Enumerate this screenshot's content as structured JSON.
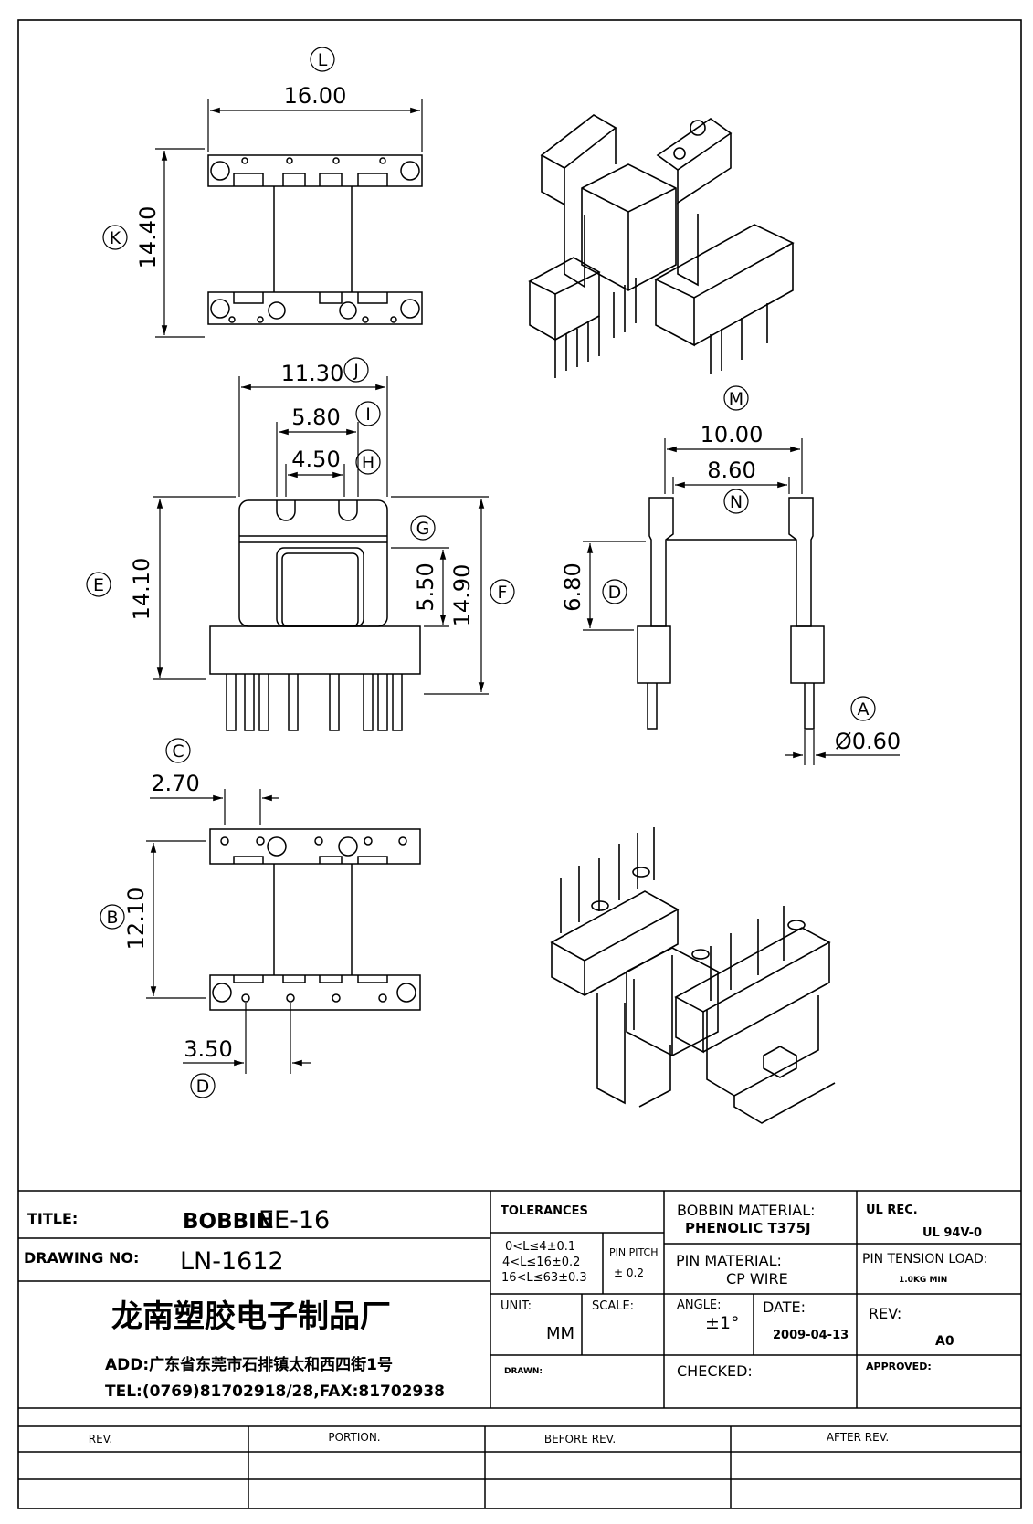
{
  "labels": {
    "L": "L",
    "K": "K",
    "J": "J",
    "I": "I",
    "H": "H",
    "G": "G",
    "E": "E",
    "F": "F",
    "M": "M",
    "N": "N",
    "D_side": "D",
    "A": "A",
    "C": "C",
    "B": "B",
    "D_bottom": "D"
  },
  "dims": {
    "L": "16.00",
    "K": "14.40",
    "J": "11.30",
    "I": "5.80",
    "H": "4.50",
    "G": "5.50",
    "E": "14.10",
    "F": "14.90",
    "M": "10.00",
    "N": "8.60",
    "D_side": "6.80",
    "A": "Ø0.60",
    "C": "2.70",
    "B": "12.10",
    "D_bottom": "3.50"
  },
  "title_block": {
    "title_label": "TITLE:",
    "title_value_bold": "BOBBIN",
    "title_value": "EE-16",
    "drawing_no_label": "DRAWING NO:",
    "drawing_no_value": "LN-1612",
    "company": "龙南塑胶电子制品厂",
    "address": "ADD:广东省东莞市石排镇太和西四街1号",
    "tel": "TEL:(0769)81702918/28,FAX:81702938",
    "tolerances_label": "TOLERANCES",
    "tol_line1": "0<L≤4±0.1",
    "tol_line2": "4<L≤16±0.2",
    "tol_line3": "16<L≤63±0.3",
    "pin_pitch_label": "PIN PITCH",
    "pin_pitch_value": "± 0.2",
    "unit_label": "UNIT:",
    "unit_value": "MM",
    "scale_label": "SCALE:",
    "drawn_label": "DRAWN:",
    "bobbin_material_label": "BOBBIN MATERIAL:",
    "bobbin_material_value": "PHENOLIC  T375J",
    "pin_material_label": "PIN MATERIAL:",
    "pin_material_value": "CP WIRE",
    "angle_label": "ANGLE:",
    "angle_value": "±1°",
    "date_label": "DATE:",
    "date_value": "2009-04-13",
    "checked_label": "CHECKED:",
    "ul_rec_label": "UL REC.",
    "ul_rec_value": "UL  94V-0",
    "pin_tension_label": "PIN TENSION LOAD:",
    "pin_tension_value": "1.0KG MIN",
    "rev_label": "REV:",
    "rev_value": "A0",
    "approved_label": "APPROVED:"
  },
  "revision_table": {
    "headers": [
      "REV.",
      "PORTION.",
      "BEFORE REV.",
      "AFTER REV."
    ]
  }
}
